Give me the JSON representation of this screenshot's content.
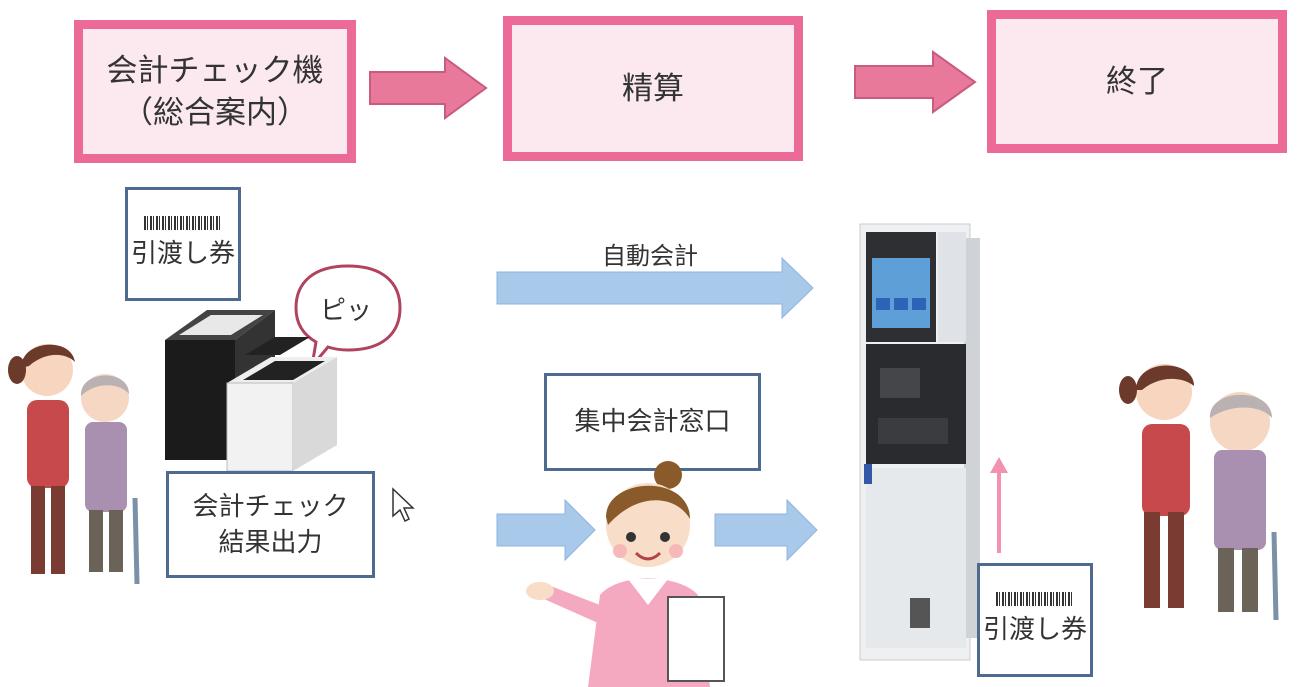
{
  "steps": [
    {
      "line1": "会計チェック機",
      "line2": "（総合案内）"
    },
    {
      "line1": "精算",
      "line2": ""
    },
    {
      "line1": "終了",
      "line2": ""
    }
  ],
  "ticket_label": "引渡し券",
  "speech": "ピッ",
  "check_result": {
    "line1": "会計チェック",
    "line2": "結果出力"
  },
  "auto_payment": "自動会計",
  "central_window": "集中会計窓口",
  "colors": {
    "step_border": "#ec6a97",
    "step_fill": "#fce9ef",
    "label_border": "#4d6a8f",
    "flow_arrow": "#a9c9ea",
    "step_arrow": "#e9799b"
  }
}
